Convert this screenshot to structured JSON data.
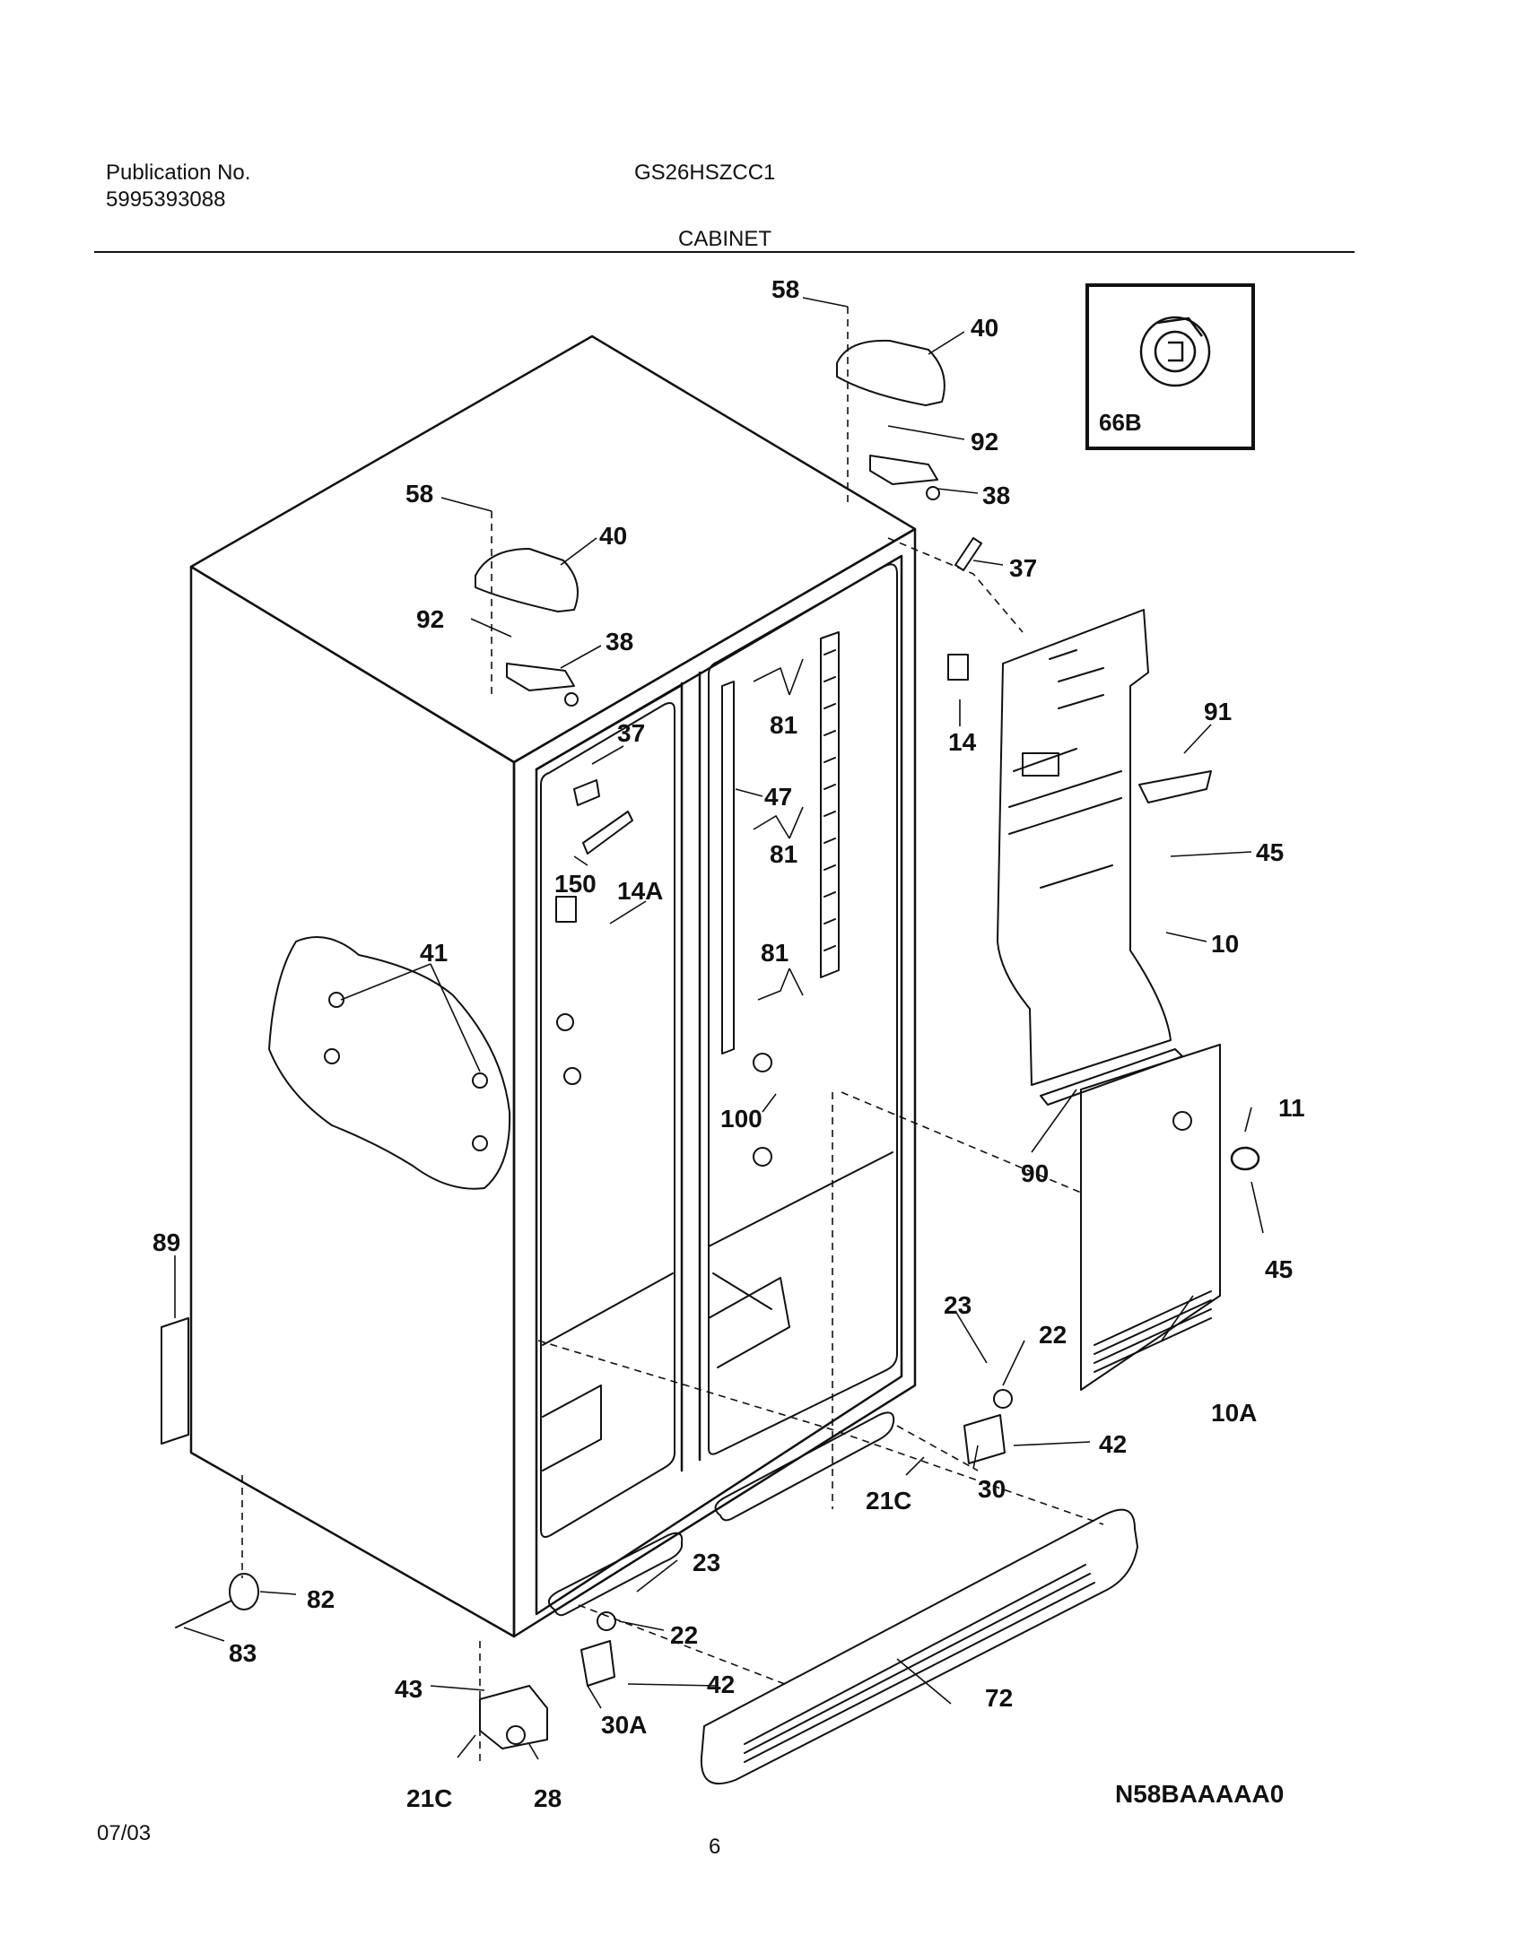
{
  "header": {
    "publication_label": "Publication No.",
    "publication_number": "5995393088",
    "model": "GS26HSZCC1",
    "section_title": "CABINET"
  },
  "inset": {
    "label": "66B"
  },
  "callouts": [
    {
      "id": "c-58a",
      "text": "58"
    },
    {
      "id": "c-40a",
      "text": "40"
    },
    {
      "id": "c-92a",
      "text": "92"
    },
    {
      "id": "c-38a",
      "text": "38"
    },
    {
      "id": "c-37a",
      "text": "37"
    },
    {
      "id": "c-58b",
      "text": "58"
    },
    {
      "id": "c-40b",
      "text": "40"
    },
    {
      "id": "c-92b",
      "text": "92"
    },
    {
      "id": "c-38b",
      "text": "38"
    },
    {
      "id": "c-37b",
      "text": "37"
    },
    {
      "id": "c-14",
      "text": "14"
    },
    {
      "id": "c-91",
      "text": "91"
    },
    {
      "id": "c-81a",
      "text": "81"
    },
    {
      "id": "c-47",
      "text": "47"
    },
    {
      "id": "c-81b",
      "text": "81"
    },
    {
      "id": "c-150",
      "text": "150"
    },
    {
      "id": "c-14A",
      "text": "14A"
    },
    {
      "id": "c-45a",
      "text": "45"
    },
    {
      "id": "c-41",
      "text": "41"
    },
    {
      "id": "c-81c",
      "text": "81"
    },
    {
      "id": "c-10",
      "text": "10"
    },
    {
      "id": "c-100",
      "text": "100"
    },
    {
      "id": "c-11",
      "text": "11"
    },
    {
      "id": "c-90",
      "text": "90"
    },
    {
      "id": "c-45b",
      "text": "45"
    },
    {
      "id": "c-89",
      "text": "89"
    },
    {
      "id": "c-23a",
      "text": "23"
    },
    {
      "id": "c-22a",
      "text": "22"
    },
    {
      "id": "c-10A",
      "text": "10A"
    },
    {
      "id": "c-42a",
      "text": "42"
    },
    {
      "id": "c-30",
      "text": "30"
    },
    {
      "id": "c-21Ca",
      "text": "21C"
    },
    {
      "id": "c-23b",
      "text": "23"
    },
    {
      "id": "c-82",
      "text": "82"
    },
    {
      "id": "c-22b",
      "text": "22"
    },
    {
      "id": "c-83",
      "text": "83"
    },
    {
      "id": "c-42b",
      "text": "42"
    },
    {
      "id": "c-72",
      "text": "72"
    },
    {
      "id": "c-43",
      "text": "43"
    },
    {
      "id": "c-30A",
      "text": "30A"
    },
    {
      "id": "c-21Cb",
      "text": "21C"
    },
    {
      "id": "c-28",
      "text": "28"
    }
  ],
  "footer": {
    "date": "07/03",
    "page": "6",
    "diagram_code": "N58BAAAAA0"
  }
}
